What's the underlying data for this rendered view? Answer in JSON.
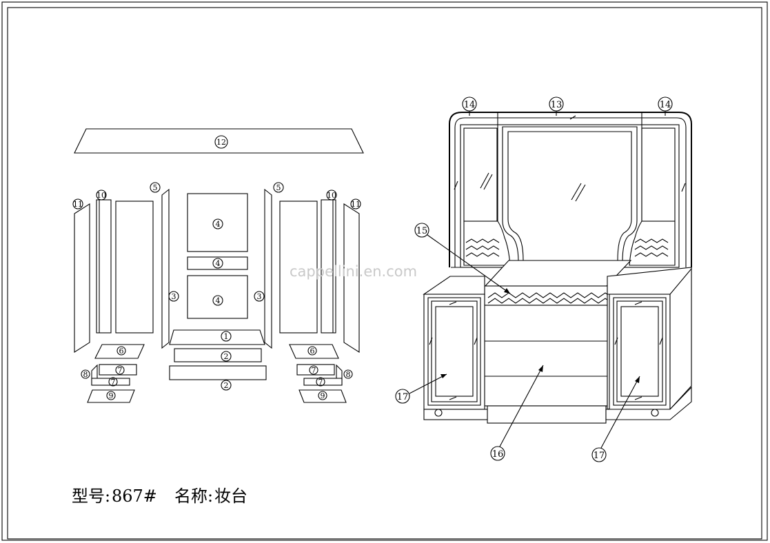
{
  "watermark": "cappellini.en.com",
  "caption": {
    "model_label": "型号:",
    "model_value": "867#",
    "name_label": "名称:",
    "name_value": "妆台"
  },
  "exploded_view": {
    "labels": {
      "p1": "1",
      "p2": "2",
      "p3": "3",
      "p4": "4",
      "p5": "5",
      "p6": "6",
      "p7": "7",
      "p8": "8",
      "p9": "9",
      "p10": "10",
      "p11": "11",
      "p12": "12"
    }
  },
  "assembled_view": {
    "labels": {
      "p13": "13",
      "p14": "14",
      "p15": "15",
      "p16": "16",
      "p17": "17"
    }
  }
}
